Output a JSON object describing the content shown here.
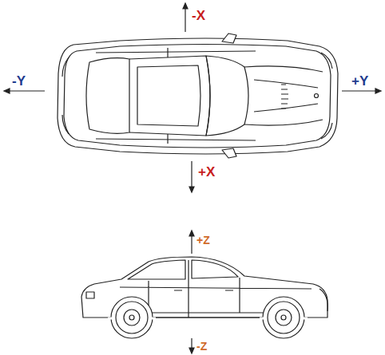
{
  "diagram": {
    "labels": [
      "-X",
      "-Y",
      "+Y",
      "+X",
      "+Z",
      "-Z"
    ]
  }
}
